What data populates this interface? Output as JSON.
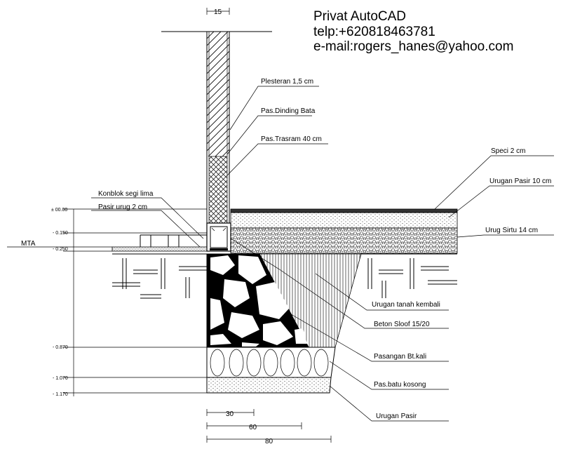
{
  "header": {
    "line1": "Privat AutoCAD",
    "line2": "telp:+620818463781",
    "line3": "e-mail:rogers_hanes@yahoo.com"
  },
  "labels": {
    "plesteran": "Plesteran 1,5 cm",
    "dinding": "Pas.Dinding Bata",
    "trasram": "Pas.Trasram 40 cm",
    "speci": "Speci 2 cm",
    "urugan_pasir_10": "Urugan Pasir 10 cm",
    "urug_sirtu": "Urug Sirtu 14 cm",
    "konblok": "Konblok segi lima",
    "pasir_urug": "Pasir urug 2 cm",
    "urugan_tanah": "Urugan tanah kembali",
    "beton_sloof": "Beton Sloof 15/20",
    "bt_kali": "Pasangan Bt.kali",
    "batu_kosong": "Pas.batu kosong",
    "urugan_pasir": "Urugan Pasir",
    "mta": "MTA"
  },
  "levels": {
    "l0": "± 00.00",
    "l1": "- 0.150",
    "l2": "- 0.250",
    "l3": "- 0.870",
    "l4": "- 1.070",
    "l5": "- 1.170"
  },
  "dimensions": {
    "d15": "15",
    "d30": "30",
    "d60": "60",
    "d80": "80"
  }
}
